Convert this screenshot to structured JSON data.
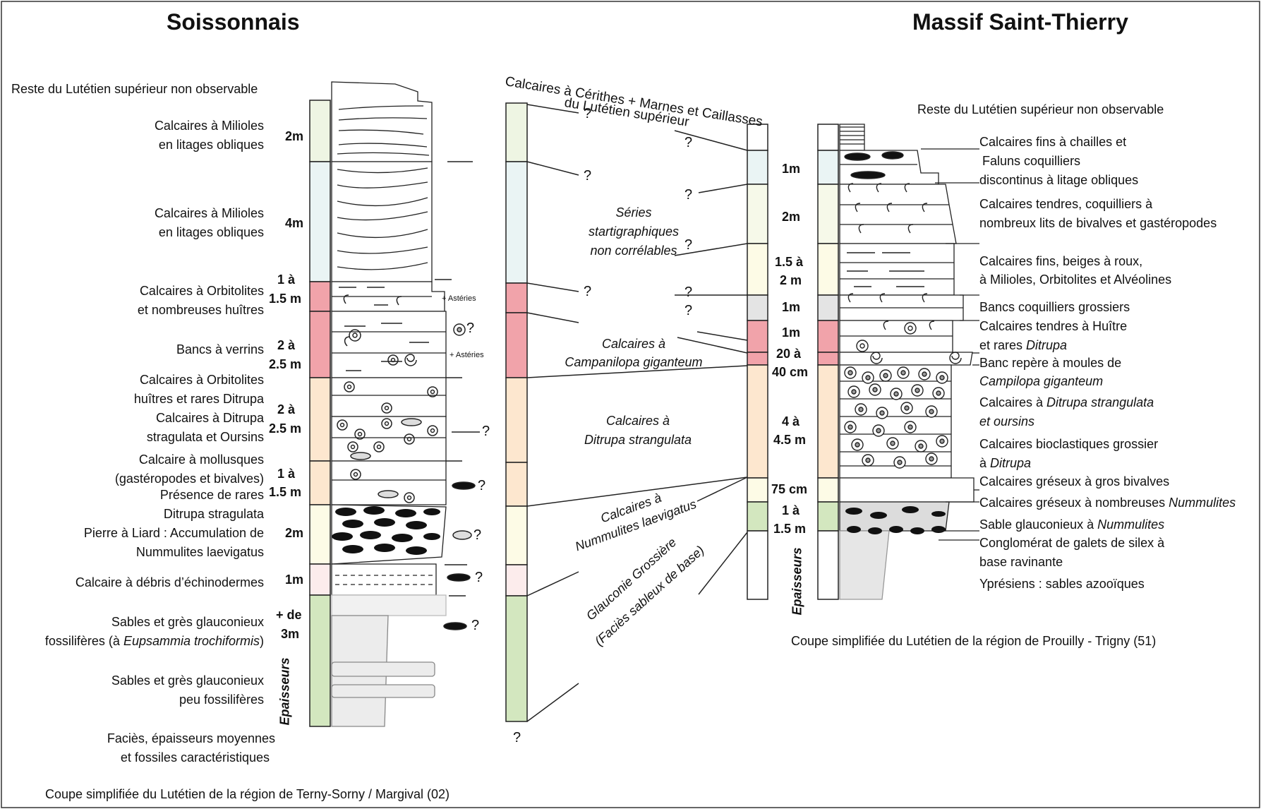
{
  "left": {
    "title": "Soissonnais",
    "top_note": "Reste du Lutétien supérieur non observable",
    "units": [
      {
        "l1": "Calcaires à Milioles",
        "l2": "en litages obliques",
        "thickness1": "2m"
      },
      {
        "l1": "Calcaires à Milioles",
        "l2": "en litages obliques",
        "thickness1": "4m"
      },
      {
        "l1": "Calcaires à Orbitolites",
        "l2": "et nombreuses huîtres",
        "thickness1": "1 à",
        "thickness2": "1.5 m"
      },
      {
        "l1": "Bancs à verrins",
        "thickness1": "2 à",
        "thickness2": "2.5 m"
      },
      {
        "l1": "Calcaires à Orbitolites",
        "l2": "huîtres et rares Ditrupa",
        "l3": "Calcaires à Ditrupa",
        "l4": "stragulata et Oursins",
        "thickness1": "2 à",
        "thickness2": "2.5 m"
      },
      {
        "l1": "Calcaire à mollusques",
        "l2": "(gastéropodes et bivalves)",
        "l3": "Présence de rares",
        "thickness1": "1 à",
        "thickness2": "1.5 m"
      },
      {
        "l1": "Ditrupa stragulata",
        "l2": "Pierre à Liard : Accumulation de",
        "l3": "Nummulites laevigatus",
        "thickness1": "2m"
      },
      {
        "l1": "Calcaire à débris d’échinodermes",
        "thickness1": "1m"
      },
      {
        "l1": "Sables et grès glauconieux",
        "l2_pre": "fossilifères (à ",
        "l2_it": "Eupsammia trochiformis",
        "l2_post": ")",
        "thickness1": "+ de",
        "thickness2": "3m"
      },
      {
        "l1": "Sables et grès glauconieux",
        "l2": "peu fossilifères"
      }
    ],
    "asteries_1": "+ Astéries",
    "asteries_2": "+ Astéries",
    "epaisseurs": "Epaisseurs",
    "legend_l1": "Faciès, épaisseurs moyennes",
    "legend_l2": "et fossiles caractéristiques",
    "caption": "Coupe simplifiée du Lutétien de la région de Terny-Sorny / Margival (02)"
  },
  "middle": {
    "top_label": "Calcaires à Cérithes + Marnes et Caillasses",
    "top_label2": "du Lutétien supérieur",
    "series_l1": "Séries",
    "series_l2": "startigraphiques",
    "series_l3": "non corrélables",
    "campanilopa_l1": "Calcaires à",
    "campanilopa_l2": "Campanilopa giganteum",
    "ditrupa_l1": "Calcaires à",
    "ditrupa_l2": "Ditrupa strangulata",
    "nummulites_l1": "Calcaires à",
    "nummulites_l2": "Nummulites laevigatus",
    "glauconie_l1": "Glauconie Grossière",
    "glauconie_l2": "(Faciès sableux de base)",
    "question": "?"
  },
  "right": {
    "title": "Massif Saint-Thierry",
    "top_note": "Reste du Lutétien supérieur non observable",
    "thickness": [
      "1m",
      "2m",
      "1.5 à",
      "2 m",
      "1m",
      "1m",
      "20 à",
      "40 cm",
      "4 à",
      "4.5 m",
      "75 cm",
      "1 à",
      "1.5 m"
    ],
    "epaisseurs": "Epaisseurs",
    "labels": [
      "Calcaires fins à chailles et",
      "Faluns coquilliers",
      "discontinus à litage obliques",
      "Calcaires tendres, coquilliers à",
      "nombreux lits de bivalves et gastéropodes",
      "Calcaires fins, beiges à roux,",
      "à Milioles, Orbitolites et Alvéolines",
      "Bancs coquilliers grossiers",
      "Calcaires tendres à Huître",
      "et rares ",
      "Ditrupa",
      "Banc repère à moules de",
      "Campilopa giganteum",
      "Calcaires à ",
      "Ditrupa strangulata",
      "et oursins",
      "Calcaires bioclastiques grossier",
      "à ",
      "Ditrupa",
      "Calcaires gréseux à gros bivalves",
      "Calcaires gréseux à nombreuses ",
      "Nummulites",
      "Sable glauconieux à ",
      "Nummulites",
      "Conglomérat de galets de silex à",
      "base ravinante",
      "Yprésiens : sables azooïques"
    ],
    "caption": "Coupe simplifiée du Lutétien de la région de Prouilly - Trigny (51)"
  },
  "colors": {
    "green_light": "#eef5e3",
    "blue_light": "#eaf4f4",
    "pink": "#f1a3aa",
    "orange_light": "#fde7cf",
    "yellow_light": "#fdfbe6",
    "pink_light": "#fcecec",
    "green": "#d3e7bf",
    "grey": "#e4e4e4"
  }
}
